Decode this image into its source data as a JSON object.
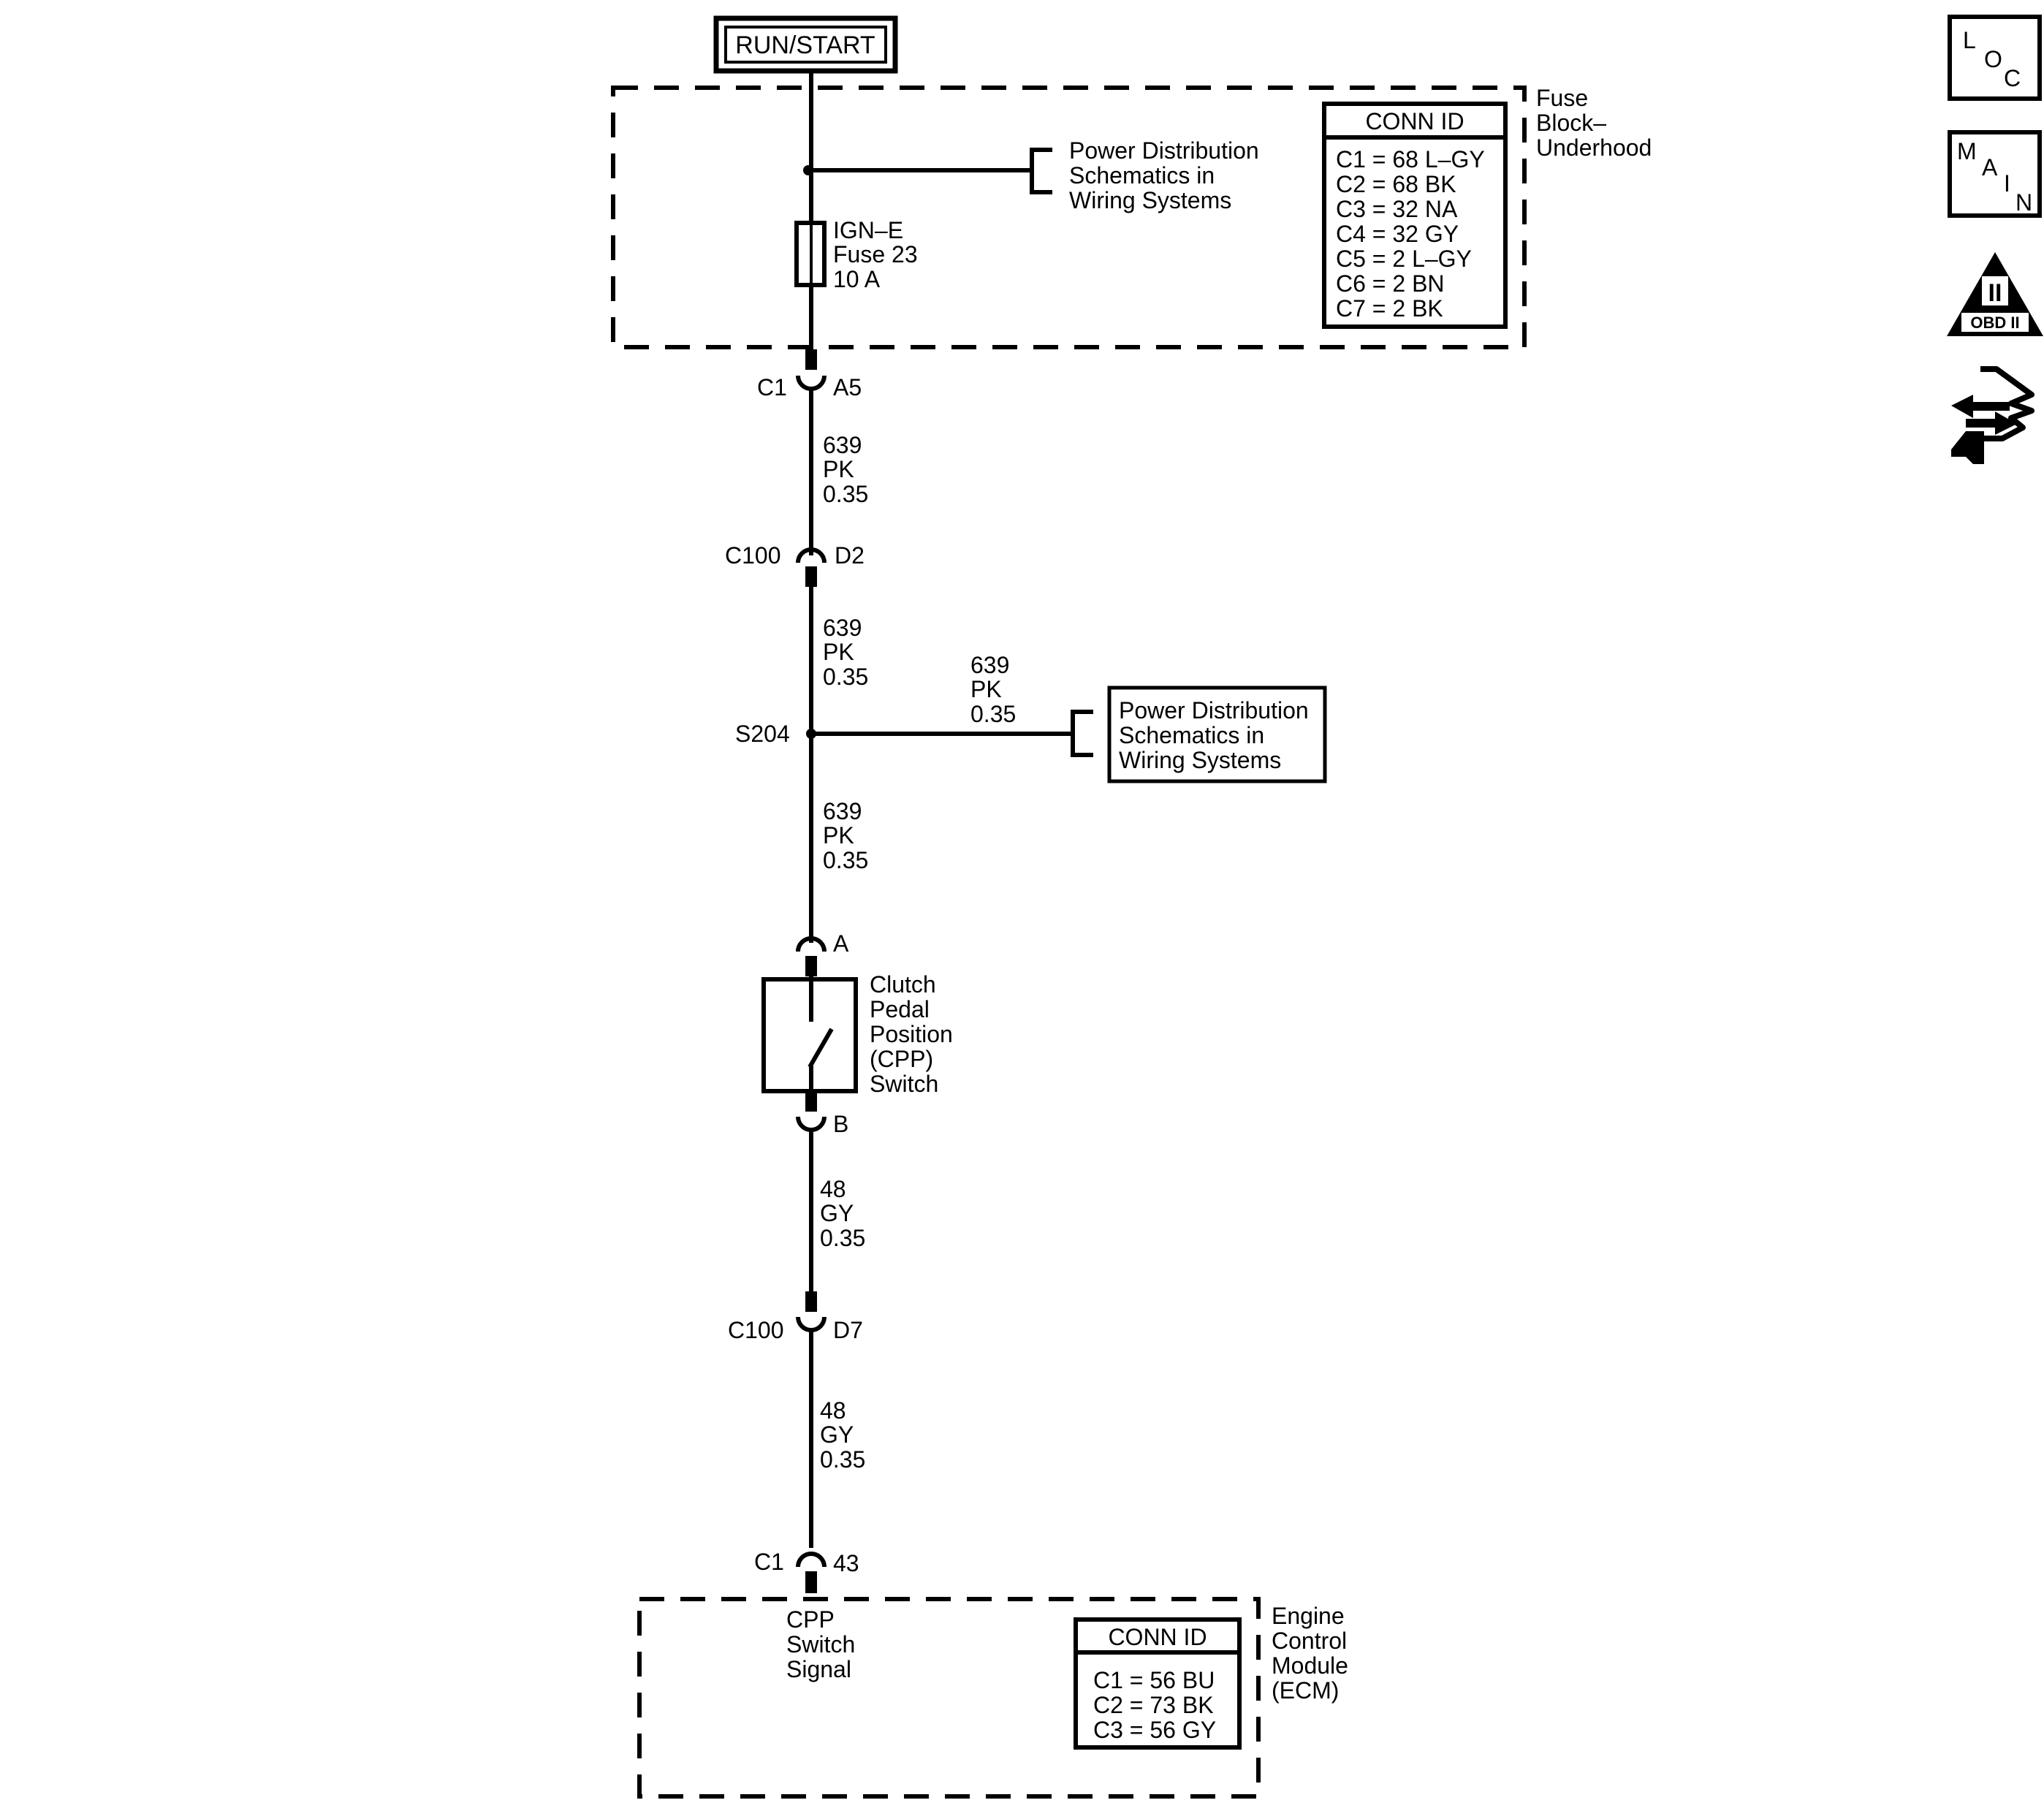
{
  "top_label": "RUN/START",
  "fuse_block": {
    "name_lines": [
      "Fuse",
      "Block–",
      "Underhood"
    ],
    "fuse_lines": [
      "IGN–E",
      "Fuse 23",
      "10 A"
    ],
    "ref_lines": [
      "Power Distribution",
      "Schematics in",
      "Wiring Systems"
    ],
    "conn_title": "CONN ID",
    "conn_rows": [
      "C1 = 68 L–GY",
      "C2 = 68 BK",
      "C3 = 32 NA",
      "C4 = 32 GY",
      "C5 = 2 L–GY",
      "C6 = 2 BN",
      "C7 = 2 BK"
    ]
  },
  "connectors": {
    "c1_top": {
      "left": "C1",
      "right": "A5"
    },
    "c100_top": {
      "left": "C100",
      "right": "D2"
    },
    "switch_a": "A",
    "switch_b": "B",
    "c100_bottom": {
      "left": "C100",
      "right": "D7"
    },
    "c1_bottom": {
      "left": "C1",
      "right": "43"
    }
  },
  "wires": {
    "w1": [
      "639",
      "PK",
      "0.35"
    ],
    "w2": [
      "639",
      "PK",
      "0.35"
    ],
    "w_branch": [
      "639",
      "PK",
      "0.35"
    ],
    "w3": [
      "639",
      "PK",
      "0.35"
    ],
    "w4": [
      "48",
      "GY",
      "0.35"
    ],
    "w5": [
      "48",
      "GY",
      "0.35"
    ]
  },
  "splice": "S204",
  "branch_ref_lines": [
    "Power Distribution",
    "Schematics in",
    "Wiring Systems"
  ],
  "switch_lines": [
    "Clutch",
    "Pedal",
    "Position",
    "(CPP)",
    "Switch"
  ],
  "ecm": {
    "signal_lines": [
      "CPP",
      "Switch",
      "Signal"
    ],
    "name_lines": [
      "Engine",
      "Control",
      "Module",
      "(ECM)"
    ],
    "conn_title": "CONN ID",
    "conn_rows": [
      "C1 = 56 BU",
      "C2 = 73 BK",
      "C3 = 56 GY"
    ]
  },
  "side_icons": {
    "loc_letters": [
      "L",
      "O",
      "C"
    ],
    "main_letters": [
      "M",
      "A",
      "I",
      "N"
    ],
    "obd_numeral": "II",
    "obd_text": "OBD II",
    "navigation_icon": "hand-arrows-icon"
  }
}
